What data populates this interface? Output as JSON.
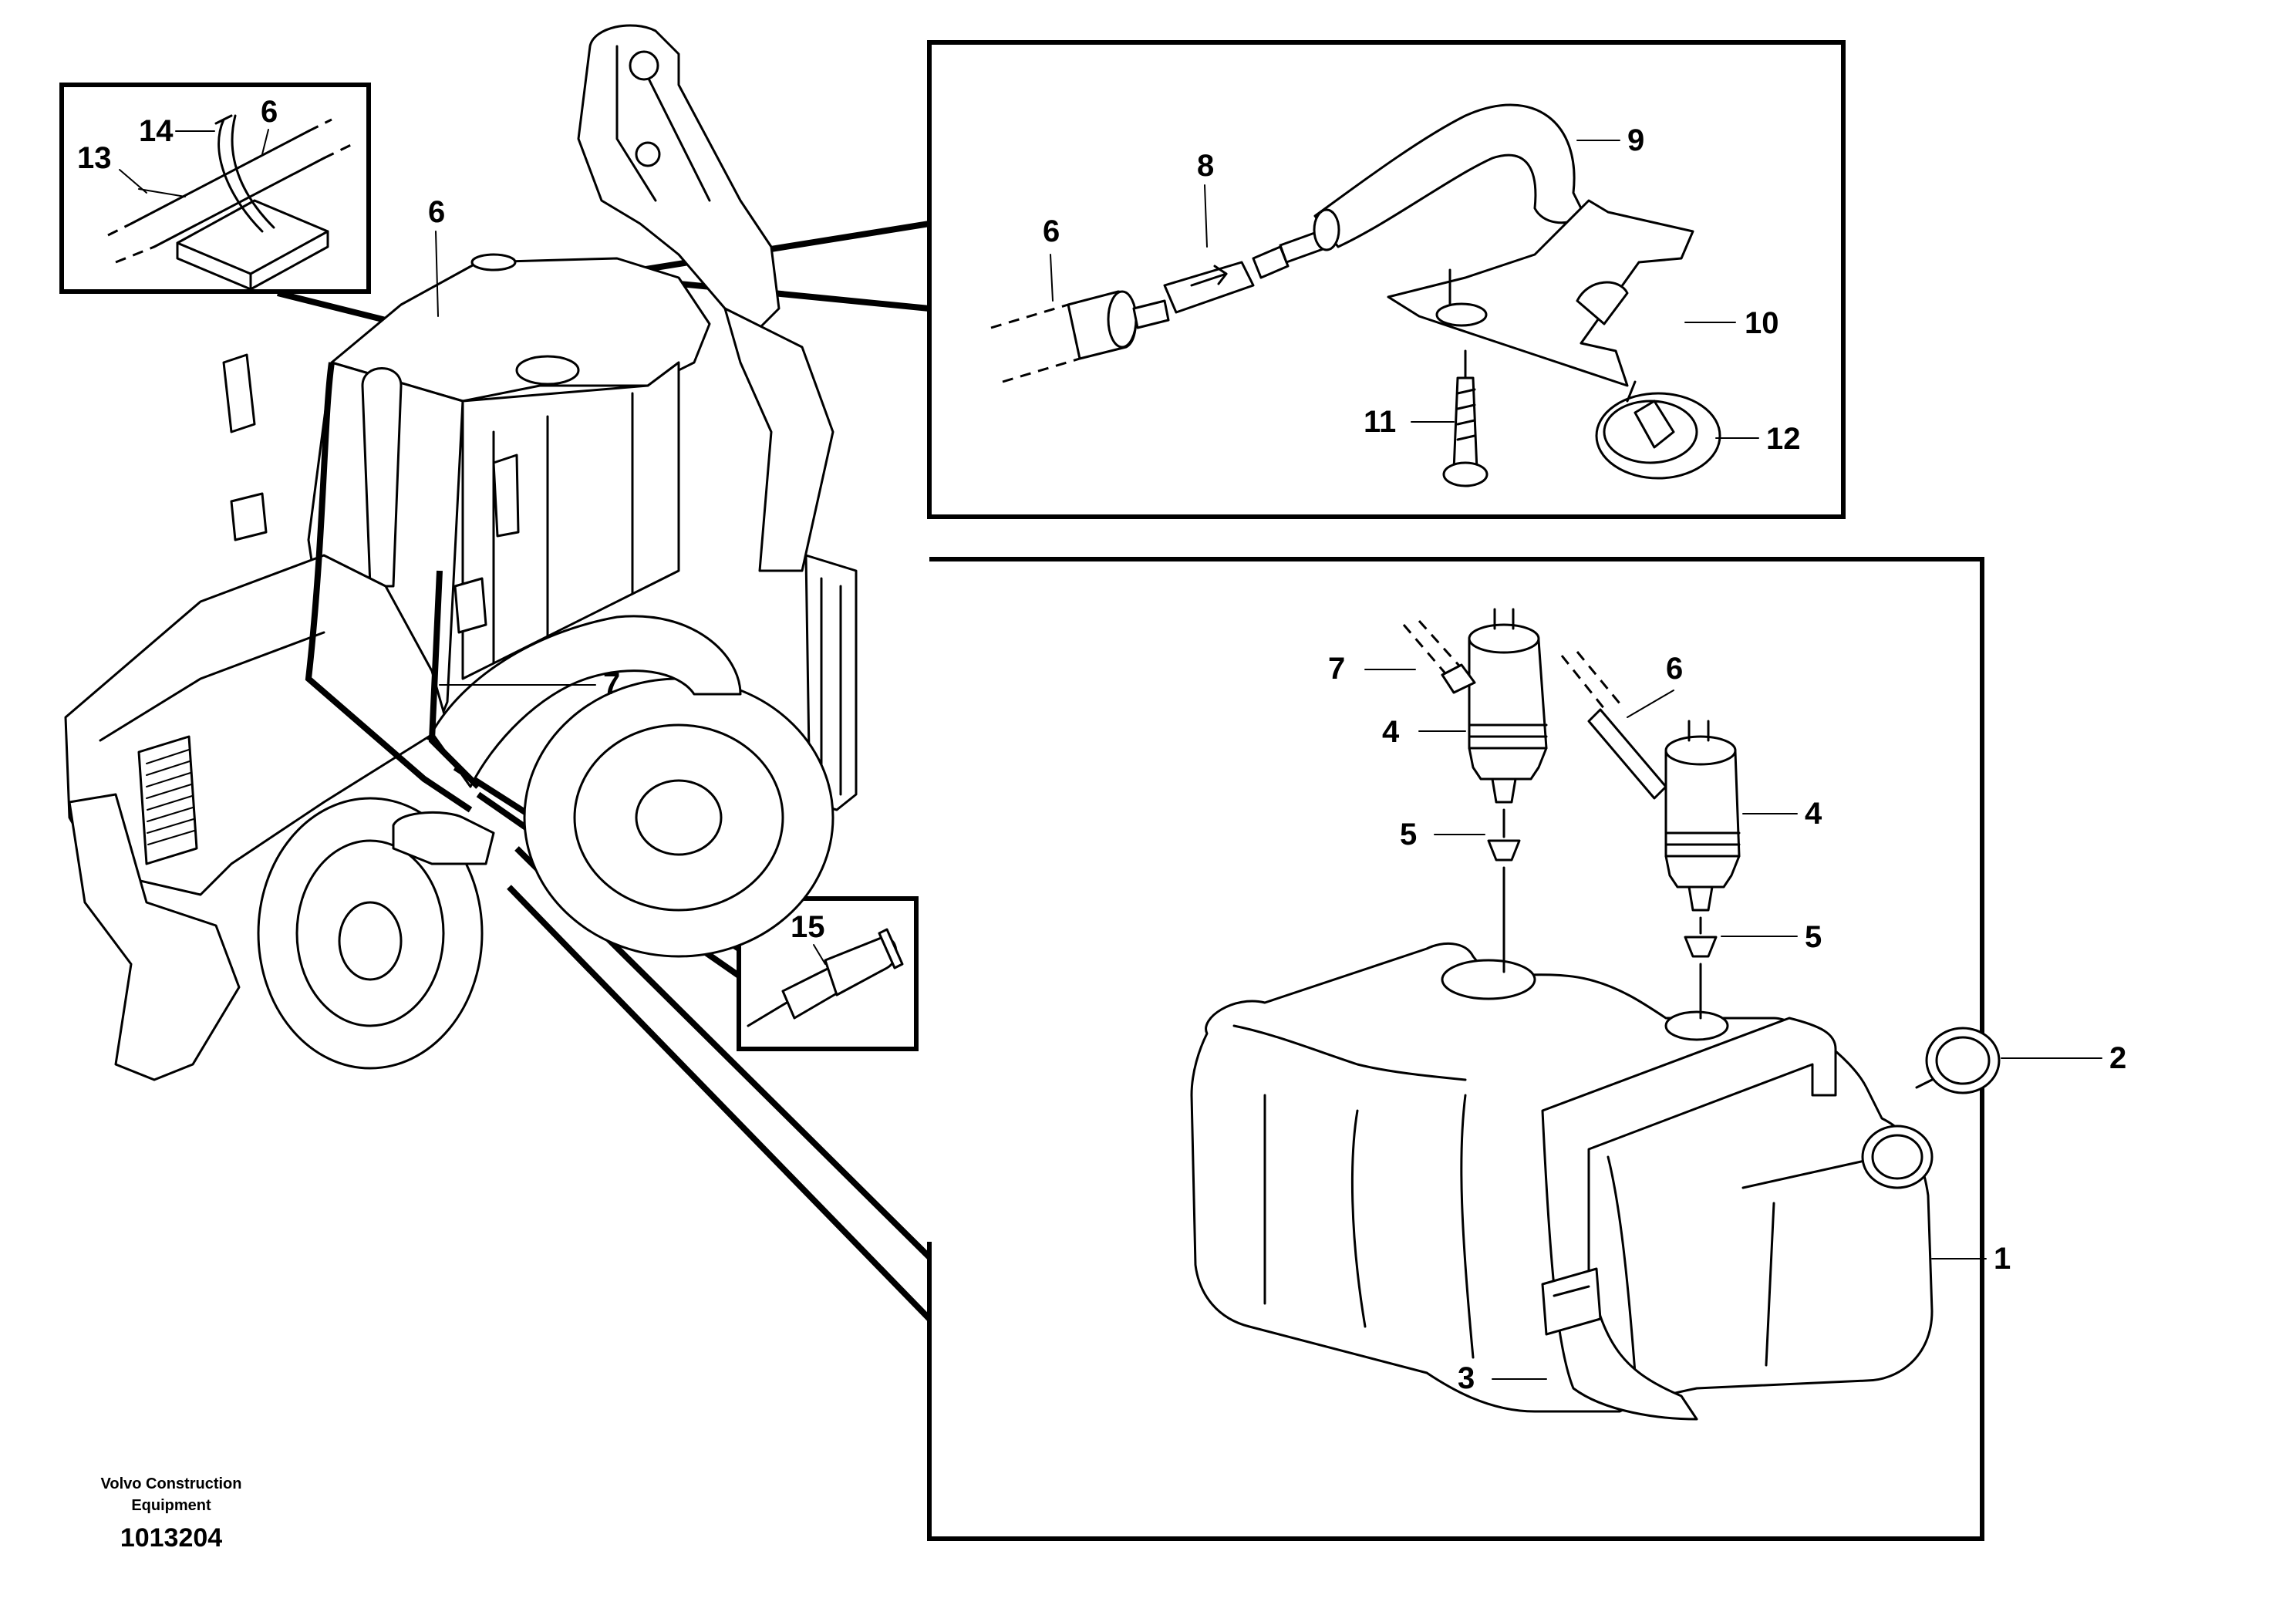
{
  "callouts": {
    "c1": "1",
    "c2": "2",
    "c3": "3",
    "c4a": "4",
    "c4b": "4",
    "c5a": "5",
    "c5b": "5",
    "c6_inset": "6",
    "c6_machine": "6",
    "c6_top": "6",
    "c6_tank": "6",
    "c7_machine": "7",
    "c7_tank": "7",
    "c8": "8",
    "c9": "9",
    "c10": "10",
    "c11": "11",
    "c12": "12",
    "c13": "13",
    "c14": "14",
    "c15": "15"
  },
  "footer": {
    "manufacturer_line1": "Volvo Construction",
    "manufacturer_line2": "Equipment",
    "drawing_number": "1013204"
  },
  "icons": [
    "backhoe-loader-illustration",
    "washer-reservoir-illustration",
    "hose-connector-illustration",
    "hose-clip-illustration",
    "sealant-tube-illustration"
  ]
}
